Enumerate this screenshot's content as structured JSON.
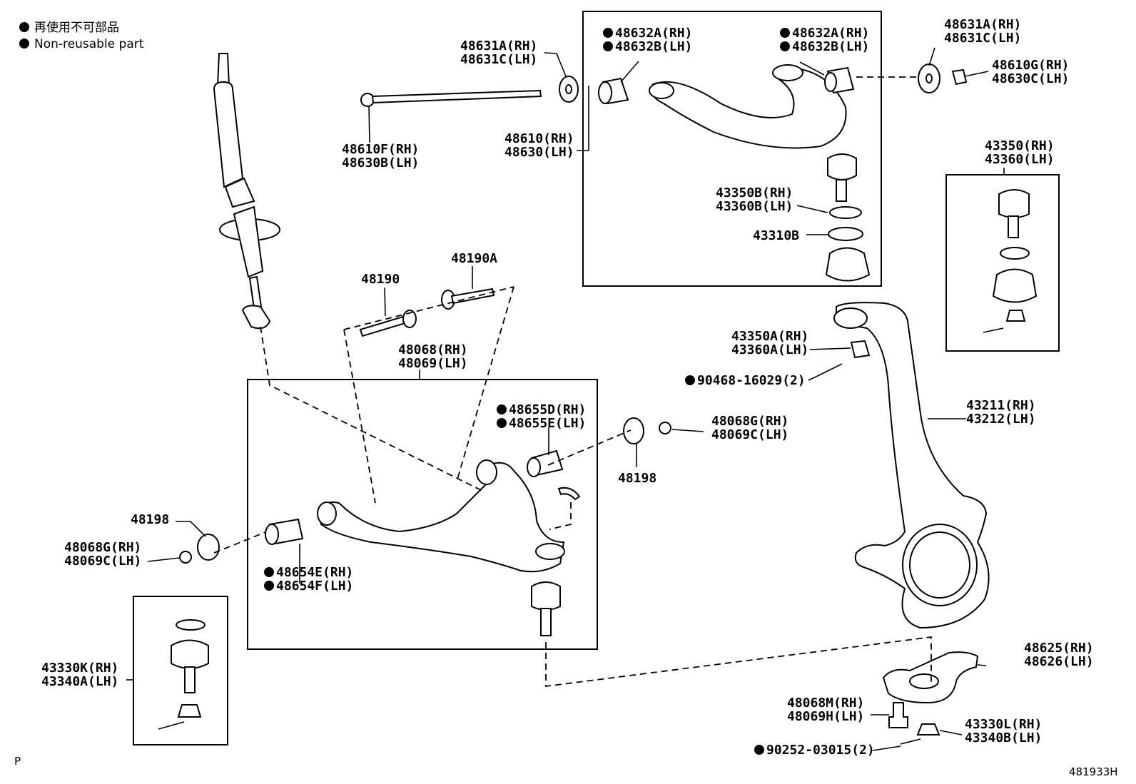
{
  "legend": {
    "bullet": "●",
    "line1": "再使用不可部品",
    "line2": "Non-reusable part"
  },
  "corner": {
    "left": "P",
    "right": "481933H"
  },
  "callouts": [
    {
      "id": "p48631a-top",
      "lines": [
        "48631A(RH)",
        "48631C(LH)"
      ],
      "nonreusable": false
    },
    {
      "id": "p48610f",
      "lines": [
        "48610F(RH)",
        "48630B(LH)"
      ],
      "nonreusable": false
    },
    {
      "id": "p48610",
      "lines": [
        "48610(RH)",
        "48630(LH)"
      ],
      "nonreusable": false
    },
    {
      "id": "p48632-left",
      "lines": [
        "48632A(RH)",
        "48632B(LH)"
      ],
      "nonreusable": true
    },
    {
      "id": "p48632-right",
      "lines": [
        "48632A(RH)",
        "48632B(LH)"
      ],
      "nonreusable": true
    },
    {
      "id": "p48631a-right",
      "lines": [
        "48631A(RH)",
        "48631C(LH)"
      ],
      "nonreusable": false
    },
    {
      "id": "p48610g",
      "lines": [
        "48610G(RH)",
        "48630C(LH)"
      ],
      "nonreusable": false
    },
    {
      "id": "p43350",
      "lines": [
        "43350(RH)",
        "43360(LH)"
      ],
      "nonreusable": false
    },
    {
      "id": "p43350b",
      "lines": [
        "43350B(RH)",
        "43360B(LH)"
      ],
      "nonreusable": false
    },
    {
      "id": "p43310b",
      "lines": [
        "43310B"
      ],
      "nonreusable": false
    },
    {
      "id": "p48190",
      "lines": [
        "48190"
      ],
      "nonreusable": false
    },
    {
      "id": "p48190a",
      "lines": [
        "48190A"
      ],
      "nonreusable": false
    },
    {
      "id": "p48068",
      "lines": [
        "48068(RH)",
        "48069(LH)"
      ],
      "nonreusable": false
    },
    {
      "id": "p43350a",
      "lines": [
        "43350A(RH)",
        "43360A(LH)"
      ],
      "nonreusable": false
    },
    {
      "id": "p90468",
      "lines": [
        "90468-16029(2)"
      ],
      "nonreusable": true
    },
    {
      "id": "p48655",
      "lines": [
        "48655D(RH)",
        "48655E(LH)"
      ],
      "nonreusable": true
    },
    {
      "id": "p48068g-right",
      "lines": [
        "48068G(RH)",
        "48069C(LH)"
      ],
      "nonreusable": false
    },
    {
      "id": "p48198-right",
      "lines": [
        "48198"
      ],
      "nonreusable": false
    },
    {
      "id": "p43211",
      "lines": [
        "43211(RH)",
        "43212(LH)"
      ],
      "nonreusable": false
    },
    {
      "id": "p48198-left",
      "lines": [
        "48198"
      ],
      "nonreusable": false
    },
    {
      "id": "p48068g-left",
      "lines": [
        "48068G(RH)",
        "48069C(LH)"
      ],
      "nonreusable": false
    },
    {
      "id": "p48654",
      "lines": [
        "48654E(RH)",
        "48654F(LH)"
      ],
      "nonreusable": true
    },
    {
      "id": "p43330k",
      "lines": [
        "43330K(RH)",
        "43340A(LH)"
      ],
      "nonreusable": false
    },
    {
      "id": "p48625",
      "lines": [
        "48625(RH)",
        "48626(LH)"
      ],
      "nonreusable": false
    },
    {
      "id": "p48068m",
      "lines": [
        "48068M(RH)",
        "48069H(LH)"
      ],
      "nonreusable": false
    },
    {
      "id": "p43330l",
      "lines": [
        "43330L(RH)",
        "43340B(LH)"
      ],
      "nonreusable": false
    },
    {
      "id": "p90252",
      "lines": [
        "90252-03015(2)"
      ],
      "nonreusable": true
    }
  ]
}
